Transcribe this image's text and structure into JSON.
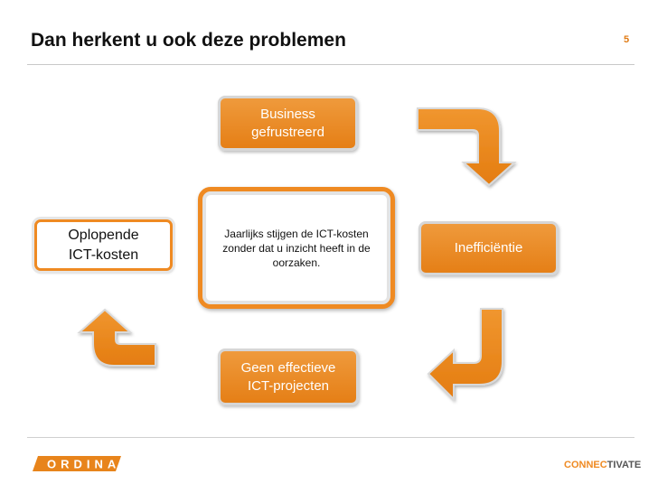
{
  "slide": {
    "title": "Dan herkent u ook deze problemen",
    "page_number": "5"
  },
  "diagram": {
    "top_box": "Business gefrustreerd",
    "right_box": "Inefficiëntie",
    "bottom_box": "Geen effectieve ICT-projecten",
    "left_box": "Oplopende ICT-kosten",
    "center_box": "Jaarlijks stijgen de ICT-kosten zonder dat u inzicht heeft in de oorzaken."
  },
  "footer": {
    "logo_left": "ORDINA",
    "logo_right_part1": "CONNEC",
    "logo_right_part2": "TIVATE"
  },
  "colors": {
    "accent": "#ef8a22",
    "box_gradient_top": "#ef9a3c",
    "box_gradient_bottom": "#e57f16"
  },
  "icons": [
    "curved-arrow-icon"
  ]
}
